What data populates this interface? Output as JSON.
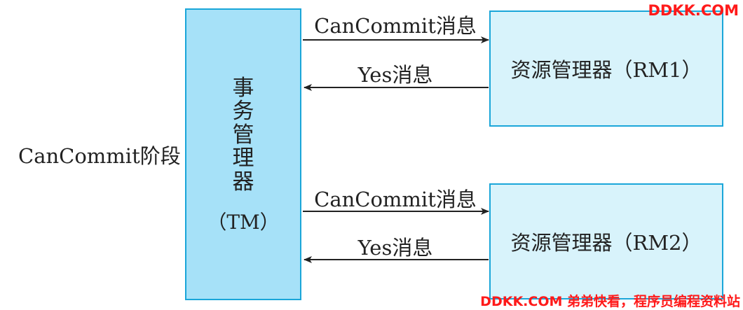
{
  "phase": {
    "label": "CanCommit阶段"
  },
  "coordinator": {
    "name": "事务管理器",
    "abbr": "（TM）"
  },
  "participants": [
    {
      "name": "资源管理器（RM1）"
    },
    {
      "name": "资源管理器（RM2）"
    }
  ],
  "messages": {
    "request": "CanCommit消息",
    "response": "Yes消息"
  },
  "watermarks": {
    "top": "DDKK.COM",
    "bottom": "DDKK.COM 弟弟快看，程序员编程资料站"
  },
  "colors": {
    "coordinator_fill": "#a6e1f8",
    "participant_fill": "#d8f3fb",
    "border": "#1aa6d9",
    "arrow": "#222222",
    "watermark": "#ff1a1a"
  }
}
